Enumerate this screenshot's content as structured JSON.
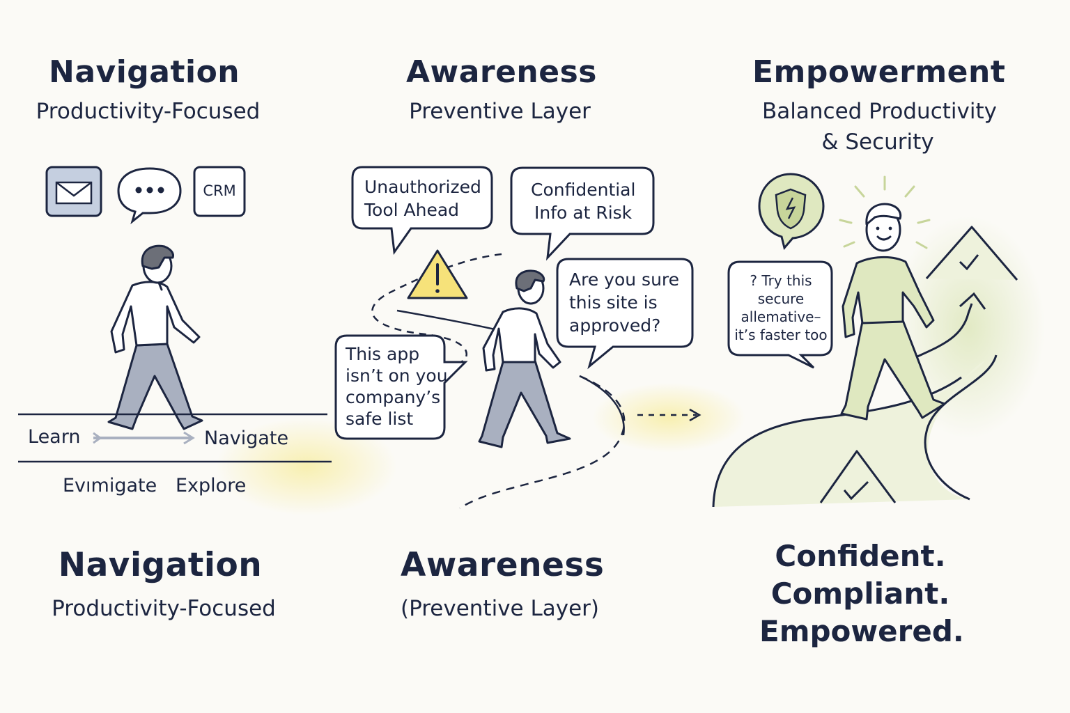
{
  "columns": [
    {
      "title": "Navigation",
      "subtitle": "Productivity-Focused"
    },
    {
      "title": "Awareness",
      "subtitle": "Preventive Layer"
    },
    {
      "title": "Empowerment",
      "subtitle_line1": "Balanced Productivity",
      "subtitle_line2": "& Security"
    }
  ],
  "nav": {
    "crm_label": "CRM",
    "learn": "Learn",
    "navigate": "Navigate",
    "evmigate": "Evımigate",
    "explore": "Explore"
  },
  "awareness": {
    "bubble1": [
      "Unauthorized",
      "Tool Ahead"
    ],
    "bubble2": [
      "Confidential",
      "Info at Risk"
    ],
    "bubble3": [
      "Are you sure",
      "this site is",
      "approved?"
    ],
    "bubble4": [
      "This app",
      "isn’t on you",
      "company’s",
      "safe list"
    ]
  },
  "empower": {
    "bubble": [
      "?  Try this",
      "secure",
      "allemative–",
      "it’s faster too"
    ]
  },
  "bottom": {
    "nav_title": "Navigation",
    "nav_subtitle": "Productivity-Focused",
    "aware_title": "Awareness",
    "aware_subtitle": "(Preventive Layer)",
    "final": [
      "Confident.",
      "Compliant.",
      "Empowered."
    ]
  },
  "colors": {
    "ink": "#1c2540",
    "warning_yellow": "#f6e27a",
    "green_accent": "#dfe8c0",
    "pants_grey": "#a9b0c0",
    "mail_blue": "#c5cfe0"
  },
  "icons": [
    "mail-icon",
    "chat-icon",
    "crm-icon",
    "warning-icon",
    "shield-icon",
    "mountain-icon",
    "arrow-icon"
  ]
}
